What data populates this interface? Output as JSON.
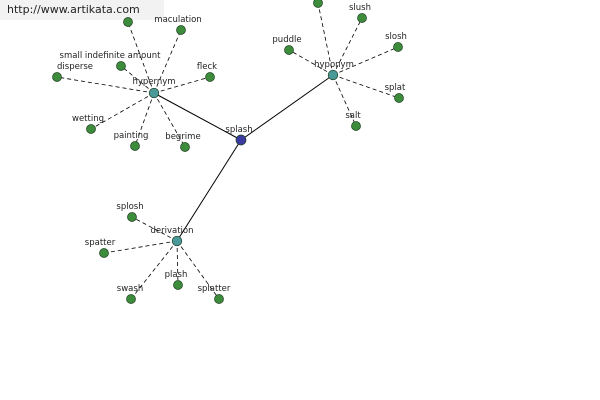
{
  "source_url": "http://www.artikata.com",
  "colors": {
    "center": "#3a3aa0",
    "relation": "#4a9a9a",
    "leaf": "#3c8c3c",
    "line": "#000000"
  },
  "center": {
    "label": "splash"
  },
  "relations": [
    {
      "id": "hypernym",
      "label": "hypernym",
      "leaves": [
        "",
        "maculation",
        "small indefinite amount",
        "disperse",
        "fleck",
        "wetting",
        "painting",
        "begrime"
      ]
    },
    {
      "id": "hyponym",
      "label": "hyponym",
      "leaves": [
        "",
        "slush",
        "slosh",
        "puddle",
        "splat",
        "salt"
      ]
    },
    {
      "id": "derivation",
      "label": "derivation",
      "leaves": [
        "splosh",
        "spatter",
        "swash",
        "plash",
        "splatter"
      ]
    }
  ]
}
